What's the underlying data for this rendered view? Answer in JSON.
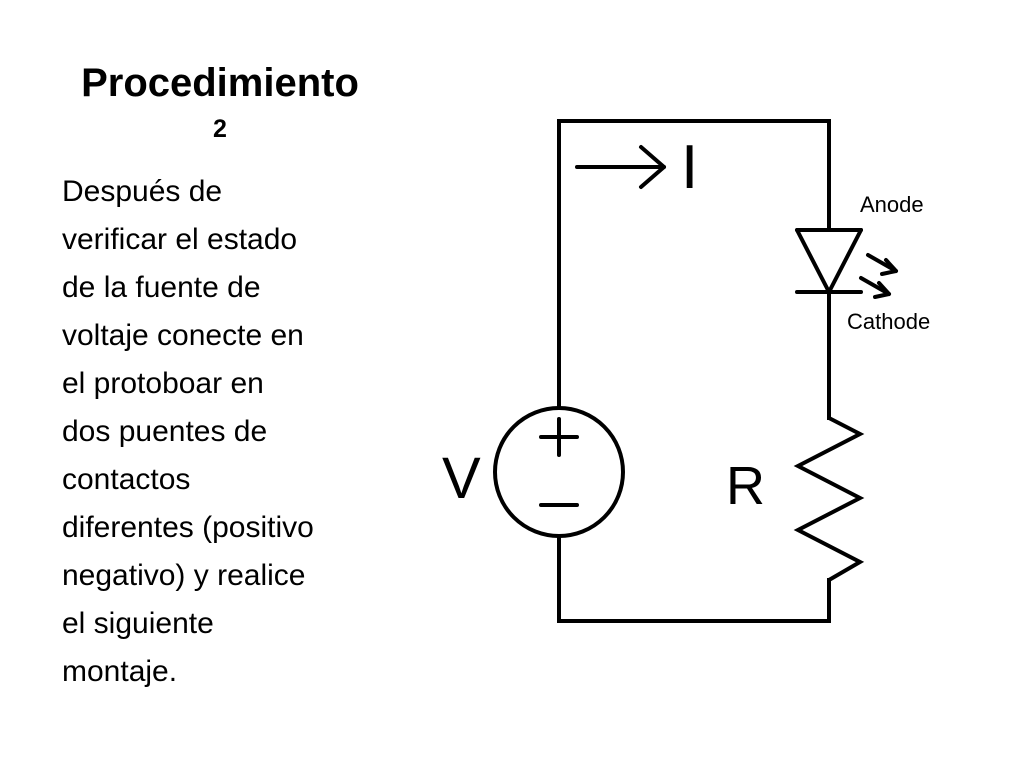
{
  "slide": {
    "title": "Procedimiento",
    "title_number": "2",
    "body_lines": [
      "Después de",
      "verificar el estado",
      "de la fuente de",
      "voltaje conecte en",
      "el protoboar en",
      "dos puentes de",
      "contactos",
      "diferentes (positivo",
      "negativo) y realice",
      "el siguiente",
      "montaje."
    ]
  },
  "diagram": {
    "current_label": "I",
    "voltage_label": "V",
    "resistor_label": "R",
    "anode_label": "Anode",
    "cathode_label": "Cathode",
    "plus_sign": "+",
    "minus_sign": "−"
  }
}
